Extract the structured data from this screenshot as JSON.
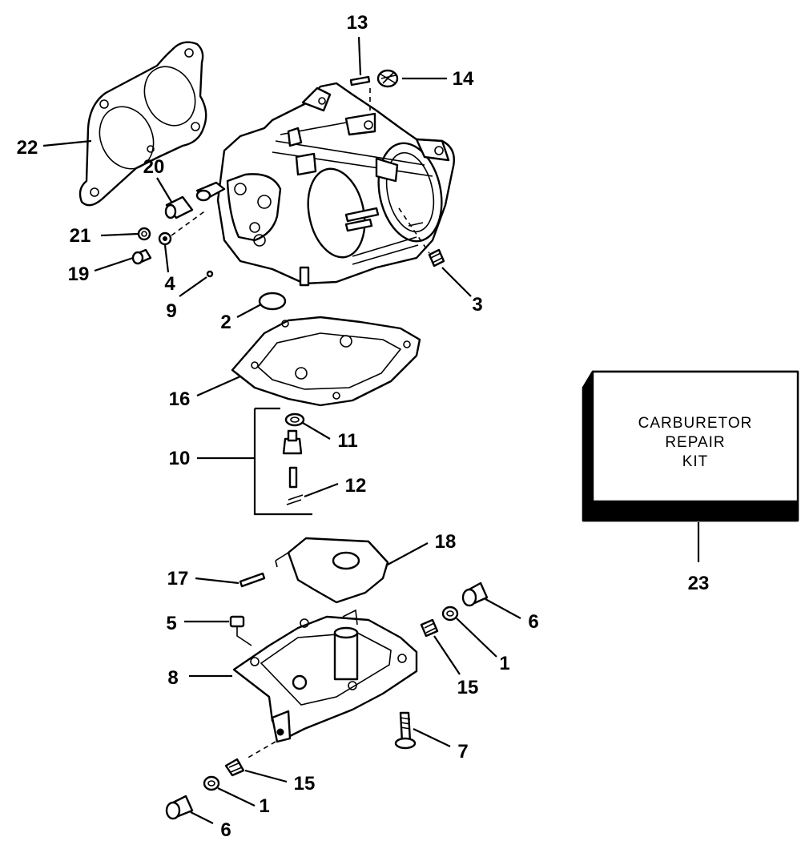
{
  "diagram": {
    "kit_label": {
      "line1": "CARBURETOR",
      "line2": "REPAIR",
      "line3": "KIT"
    },
    "callouts": [
      {
        "id": "c13",
        "label": "13"
      },
      {
        "id": "c14",
        "label": "14"
      },
      {
        "id": "c22",
        "label": "22"
      },
      {
        "id": "c20",
        "label": "20"
      },
      {
        "id": "c21",
        "label": "21"
      },
      {
        "id": "c19",
        "label": "19"
      },
      {
        "id": "c4",
        "label": "4"
      },
      {
        "id": "c9",
        "label": "9"
      },
      {
        "id": "c2",
        "label": "2"
      },
      {
        "id": "c3",
        "label": "3"
      },
      {
        "id": "c16",
        "label": "16"
      },
      {
        "id": "c11",
        "label": "11"
      },
      {
        "id": "c10",
        "label": "10"
      },
      {
        "id": "c12",
        "label": "12"
      },
      {
        "id": "c18",
        "label": "18"
      },
      {
        "id": "c17",
        "label": "17"
      },
      {
        "id": "c5",
        "label": "5"
      },
      {
        "id": "c8",
        "label": "8"
      },
      {
        "id": "c6a",
        "label": "6"
      },
      {
        "id": "c1a",
        "label": "1"
      },
      {
        "id": "c15a",
        "label": "15"
      },
      {
        "id": "c7",
        "label": "7"
      },
      {
        "id": "c15b",
        "label": "15"
      },
      {
        "id": "c1b",
        "label": "1"
      },
      {
        "id": "c6b",
        "label": "6"
      },
      {
        "id": "c23",
        "label": "23"
      }
    ]
  }
}
